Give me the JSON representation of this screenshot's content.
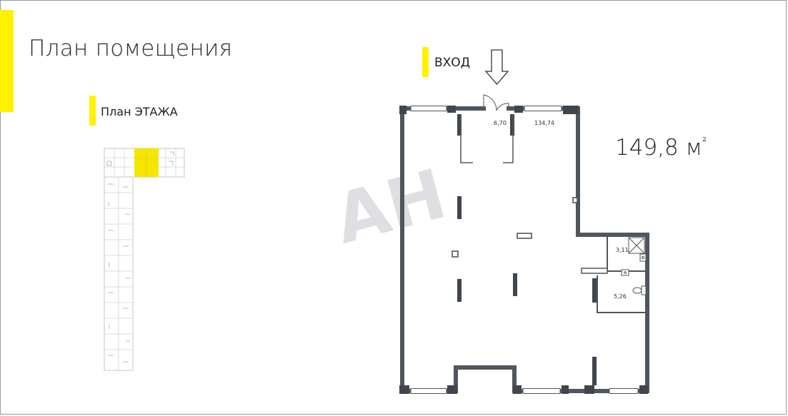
{
  "header": {
    "title": "План помещения"
  },
  "floor_overview": {
    "label": "План ЭТАЖА"
  },
  "entrance": {
    "label": "ВХОД"
  },
  "summary": {
    "area_value": "149,8 м",
    "area_unit_sup": "²"
  },
  "rooms": [
    {
      "id": "vestibule",
      "area": "6,70"
    },
    {
      "id": "main-hall",
      "area": "134,74"
    },
    {
      "id": "utility",
      "area": "3,11"
    },
    {
      "id": "bathroom",
      "area": "5,26"
    }
  ],
  "watermark": "АН",
  "colors": {
    "accent": "#fff200",
    "wall": "#4f565e",
    "highlight": "#f5e600"
  }
}
